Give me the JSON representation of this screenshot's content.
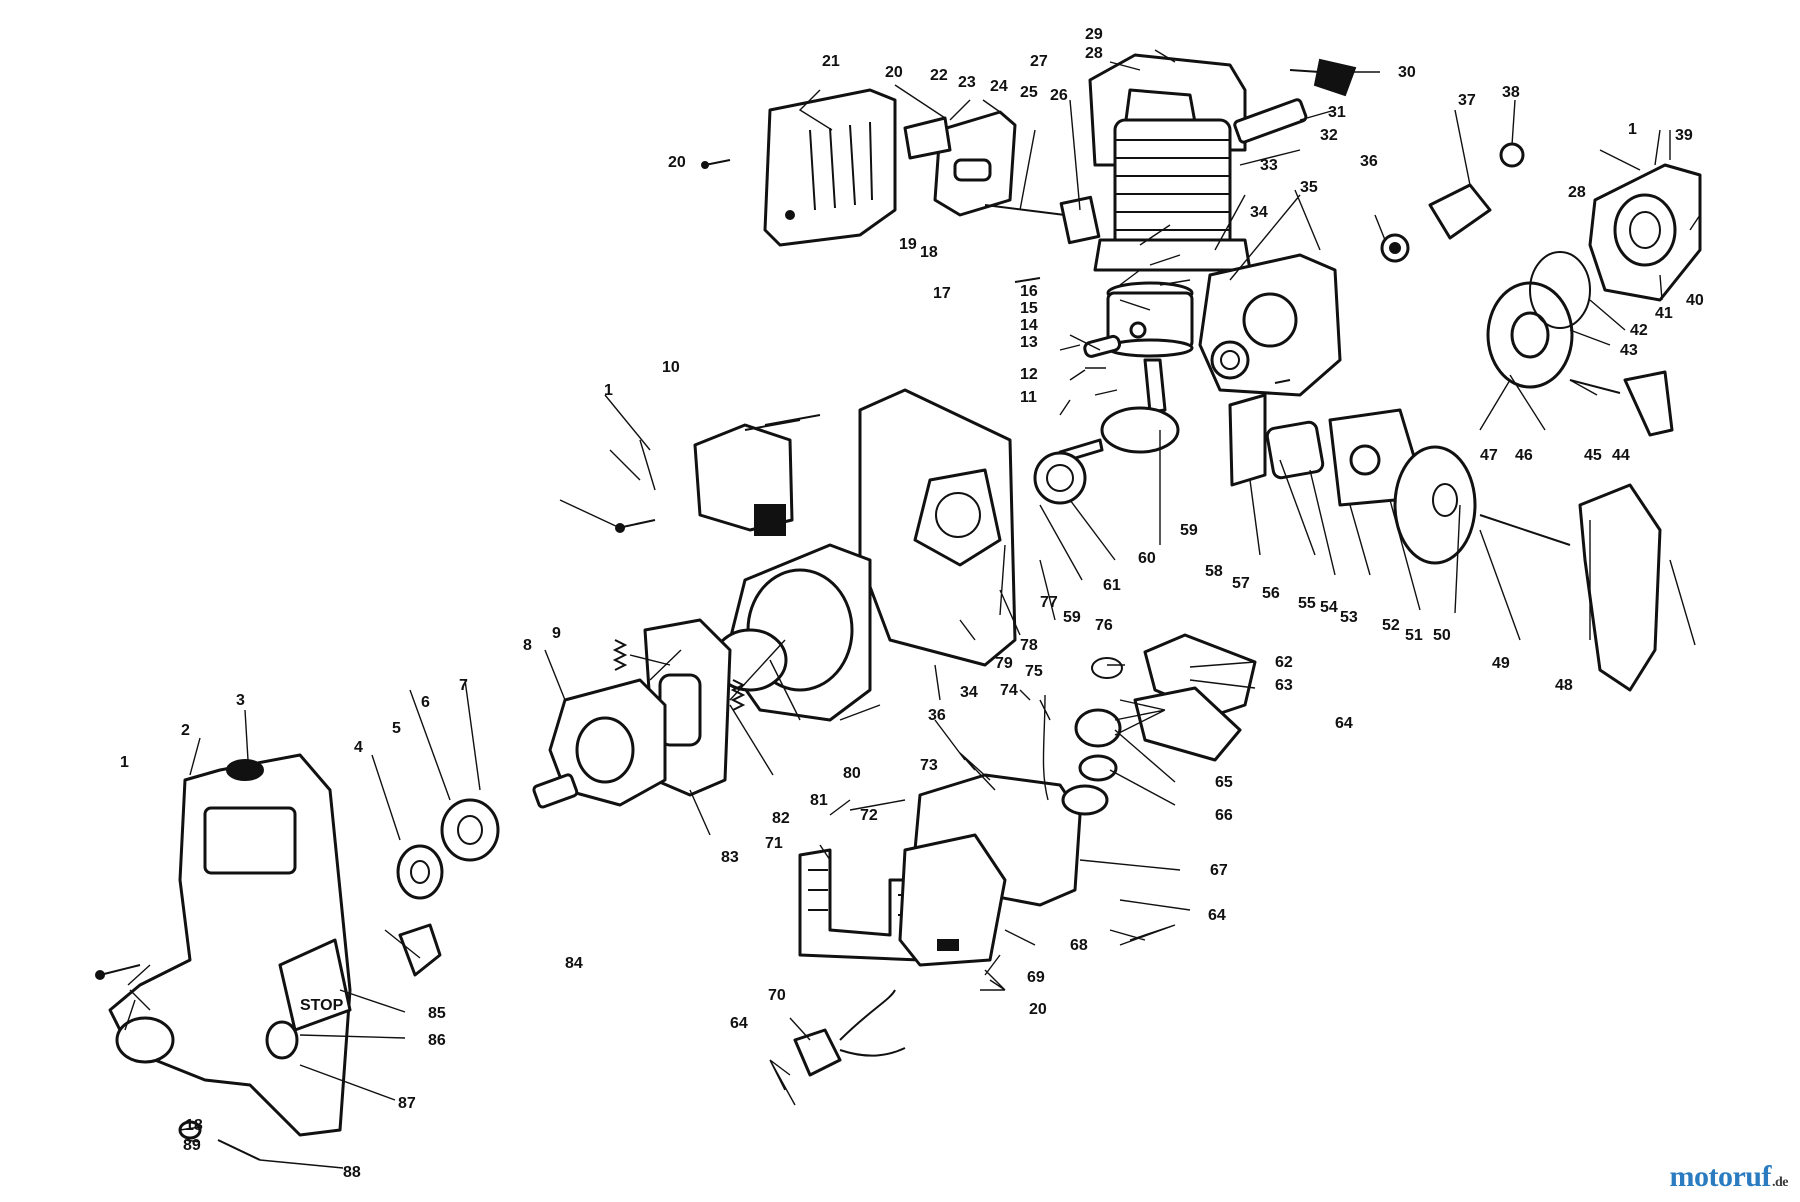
{
  "watermark": {
    "name": "motoruf",
    "tld": ".de",
    "brand_color": "#2a7bbf"
  },
  "part_numbers": [
    "1",
    "2",
    "3",
    "4",
    "5",
    "6",
    "7",
    "8",
    "9",
    "10",
    "11",
    "12",
    "13",
    "14",
    "15",
    "16",
    "17",
    "18",
    "19",
    "20",
    "21",
    "22",
    "23",
    "24",
    "25",
    "26",
    "27",
    "28",
    "29",
    "30",
    "31",
    "32",
    "33",
    "34",
    "35",
    "36",
    "37",
    "38",
    "39",
    "40",
    "41",
    "42",
    "43",
    "44",
    "45",
    "46",
    "47",
    "48",
    "49",
    "50",
    "51",
    "52",
    "53",
    "54",
    "55",
    "56",
    "57",
    "58",
    "59",
    "60",
    "61",
    "62",
    "63",
    "64",
    "65",
    "66",
    "67",
    "68",
    "69",
    "70",
    "71",
    "72",
    "73",
    "74",
    "75",
    "76",
    "77",
    "78",
    "79",
    "80",
    "81",
    "82",
    "83",
    "84",
    "85",
    "86",
    "87",
    "88",
    "89"
  ],
  "stamped_text": {
    "stop_switch": "STOP"
  },
  "ink_color": "#111111"
}
